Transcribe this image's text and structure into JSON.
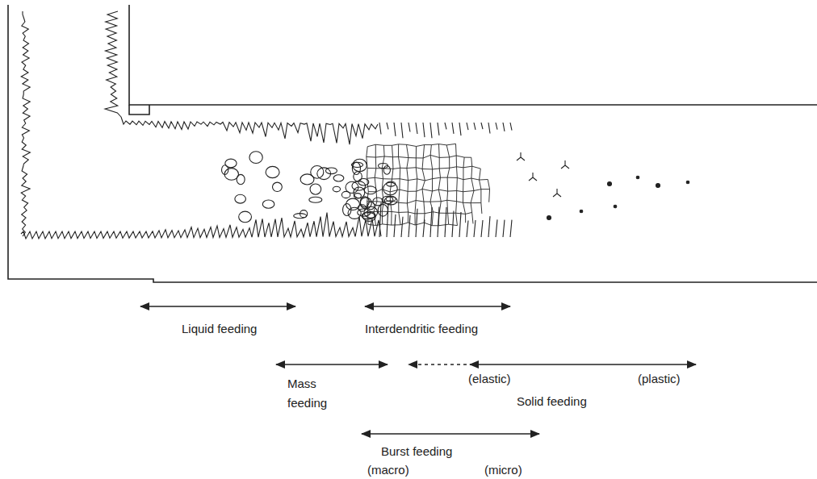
{
  "diagram": {
    "labels": [
      "Liquid feeding",
      "Interdendritic feeding",
      "Mass feeding",
      "(elastic)",
      "(plastic)",
      "Solid feeding",
      "Burst feeding",
      "(macro)",
      "(micro)"
    ]
  }
}
